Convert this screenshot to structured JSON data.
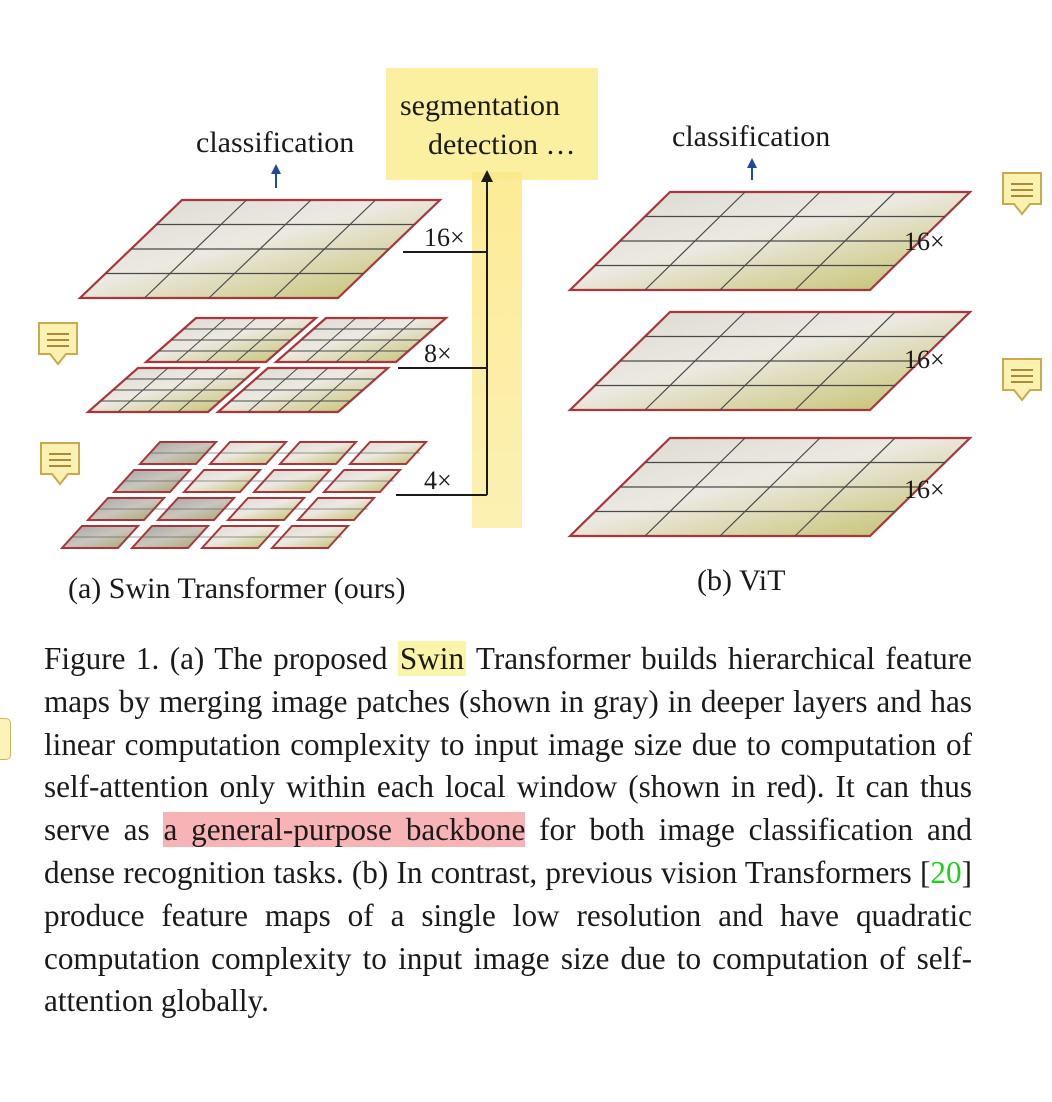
{
  "figure": {
    "swin": {
      "top_label": "classification",
      "scales": [
        "16×",
        "8×",
        "4×"
      ],
      "caption": "(a) Swin Transformer (ours)"
    },
    "dense_tasks": {
      "line1": "segmentation",
      "line2": "detection …"
    },
    "vit": {
      "top_label": "classification",
      "scales": [
        "16×",
        "16×",
        "16×"
      ],
      "caption": "(b) ViT"
    },
    "colors": {
      "window_border": "#a7373d",
      "patch_grid": "#4a4a4a",
      "arrow_blue": "#1f4a9c",
      "highlight_yellow": "#fbf0a0"
    }
  },
  "caption": {
    "prefix": "Figure 1. (a) The proposed ",
    "swin_word": "Swin",
    "part1": " Transformer builds hierarchical feature maps by merging image patches (shown in gray) in deeper layers and has linear computation complexity to input image size due to computation of self-attention only within each local window (shown in red). It can thus serve as ",
    "red_highlight": "a general-purpose backbone",
    "part2": " for both image classification and dense recognition tasks. (b) In contrast, previous vision Transformers [",
    "citation": "20",
    "part3": "] produce feature maps of a single low resolution and have quadratic computation complexity to input image size due to computation of self-attention globally."
  },
  "annotations": {
    "icon": "comment-note-icon",
    "count": 4
  }
}
